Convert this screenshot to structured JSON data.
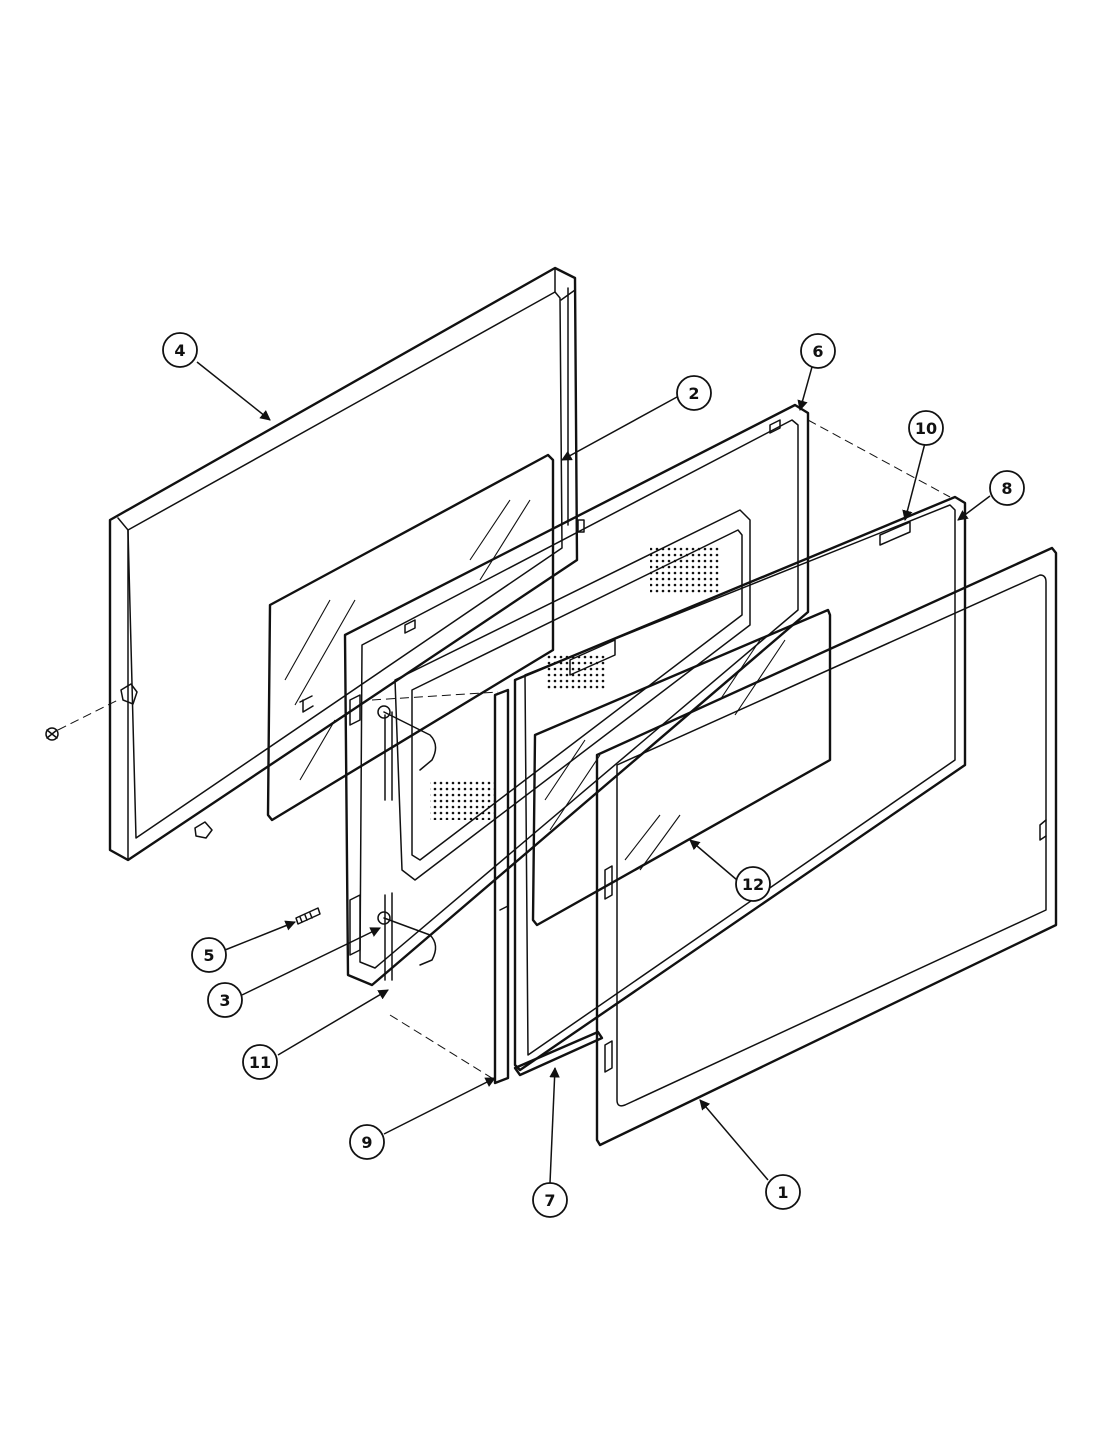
{
  "diagram": {
    "callouts": [
      {
        "id": "4",
        "label": "4"
      },
      {
        "id": "2",
        "label": "2"
      },
      {
        "id": "6",
        "label": "6"
      },
      {
        "id": "10",
        "label": "10"
      },
      {
        "id": "8",
        "label": "8"
      },
      {
        "id": "12",
        "label": "12"
      },
      {
        "id": "5",
        "label": "5"
      },
      {
        "id": "3",
        "label": "3"
      },
      {
        "id": "11",
        "label": "11"
      },
      {
        "id": "9",
        "label": "9"
      },
      {
        "id": "7",
        "label": "7"
      },
      {
        "id": "1",
        "label": "1"
      }
    ]
  }
}
